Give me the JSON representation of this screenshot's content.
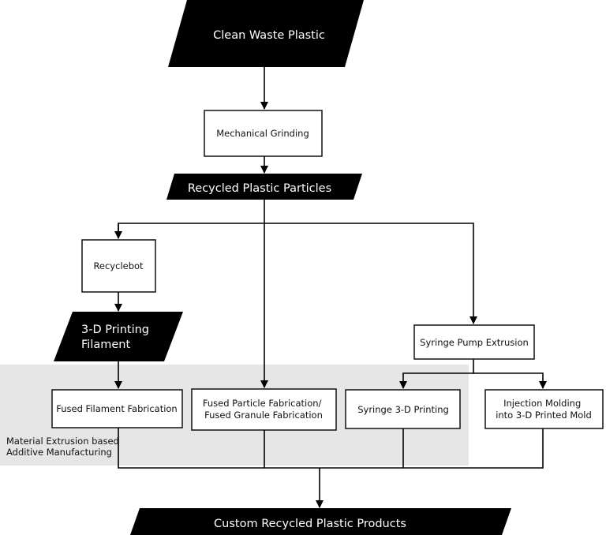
{
  "colors": {
    "region_fill": "#e6e6e6",
    "parallelogram_fill": "#000000",
    "box_stroke": "#111111",
    "connector": "#000000"
  },
  "nodes": {
    "clean_waste": {
      "lines": [
        "Clean Waste Plastic"
      ]
    },
    "grinding": {
      "lines": [
        "Mechanical Grinding"
      ]
    },
    "particles": {
      "lines": [
        "Recycled Plastic Particles"
      ]
    },
    "recyclebot": {
      "lines": [
        "Recyclebot"
      ]
    },
    "filament": {
      "lines": [
        "3-D Printing",
        "Filament"
      ]
    },
    "syringe_pump": {
      "lines": [
        "Syringe Pump Extrusion"
      ]
    },
    "fff": {
      "lines": [
        "Fused Filament Fabrication"
      ]
    },
    "fpf": {
      "lines": [
        "Fused Particle Fabrication/",
        "Fused Granule Fabrication"
      ]
    },
    "syringe_printing": {
      "lines": [
        "Syringe 3-D Printing"
      ]
    },
    "injection": {
      "lines": [
        "Injection Molding",
        "into 3-D Printed Mold"
      ]
    },
    "products": {
      "lines": [
        "Custom Recycled Plastic Products"
      ]
    }
  },
  "region": {
    "lines": [
      "Material Extrusion based",
      "Additive Manufacturing"
    ]
  }
}
